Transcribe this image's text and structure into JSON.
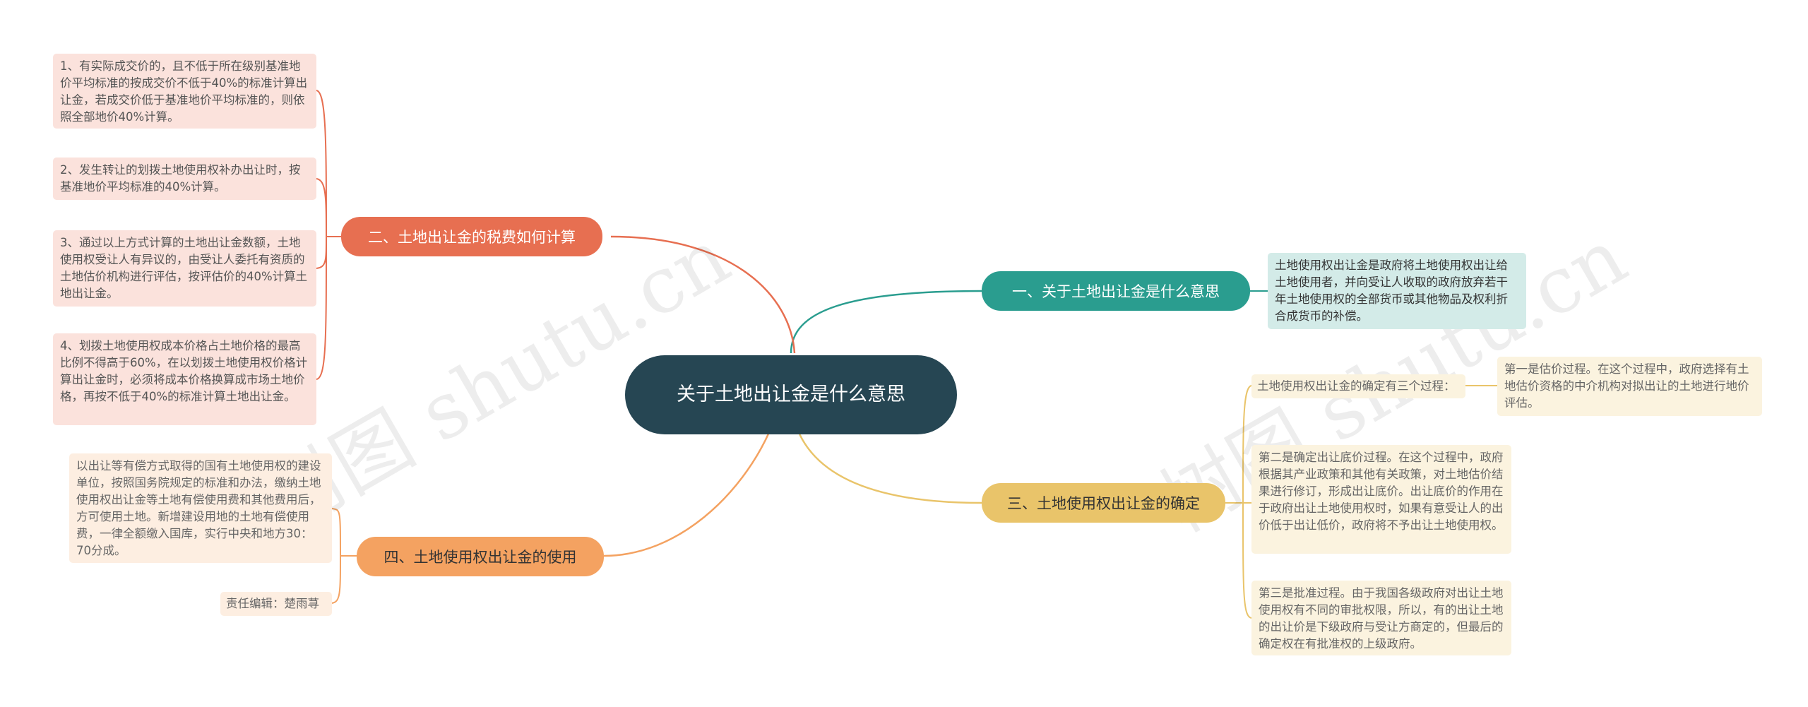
{
  "center": {
    "label": "关于土地出让金是什么意思"
  },
  "branches": {
    "b1": {
      "label": "一、关于土地出让金是什么意思",
      "leaves": [
        "土地使用权出让金是政府将土地使用权出让给土地使用者，并向受让人收取的政府放弃若干年土地使用权的全部货币或其他物品及权利折合成货币的补偿。"
      ]
    },
    "b2": {
      "label": "二、土地出让金的税费如何计算",
      "leaves": [
        "1、有实际成交价的，且不低于所在级别基准地价平均标准的按成交价不低于40%的标准计算出让金，若成交价低于基准地价平均标准的，则依照全部地价40%计算。",
        "2、发生转让的划拨土地使用权补办出让时，按基准地价平均标准的40%计算。",
        "3、通过以上方式计算的土地出让金数额，土地使用权受让人有异议的，由受让人委托有资质的土地估价机构进行评估，按评估价的40%计算土地出让金。",
        "4、划拨土地使用权成本价格占土地价格的最高比例不得高于60%，在以划拨土地使用权价格计算出让金时，必须将成本价格换算成市场土地价格，再按不低于40%的标准计算土地出让金。"
      ]
    },
    "b3": {
      "label": "三、土地使用权出让金的确定",
      "leaves": [
        "土地使用权出让金的确定有三个过程：",
        "第二是确定出让底价过程。在这个过程中，政府根据其产业政策和其他有关政策，对土地估价结果进行修订，形成出让底价。出让底价的作用在于政府出让土地使用权时，如果有意受让人的出价低于出让低价，政府将不予出让土地使用权。",
        "第三是批准过程。由于我国各级政府对出让土地使用权有不同的审批权限，所以，有的出让土地的出让价是下级政府与受让方商定的，但最后的确定权在有批准权的上级政府。"
      ],
      "subleaf": "第一是估价过程。在这个过程中，政府选择有土地估价资格的中介机构对拟出让的土地进行地价评估。"
    },
    "b4": {
      "label": "四、土地使用权出让金的使用",
      "leaves": [
        "以出让等有偿方式取得的国有土地使用权的建设单位，按照国务院规定的标准和办法，缴纳土地使用权出让金等土地有偿使用费和其他费用后，方可使用土地。新增建设用地的土地有偿使用费，一律全额缴入国库，实行中央和地方30：70分成。",
        "责任编辑：楚雨荨"
      ]
    }
  },
  "watermark": "树图 shutu.cn",
  "colors": {
    "center": "#264653",
    "b1": "#2a9d8f",
    "b1_leaf": "#d3ebe8",
    "b2": "#e76f51",
    "b2_leaf": "#fbe2dc",
    "b3": "#e9c46a",
    "b3_leaf": "#fbf3df",
    "b4": "#f4a261",
    "b4_leaf": "#fdeee1"
  }
}
